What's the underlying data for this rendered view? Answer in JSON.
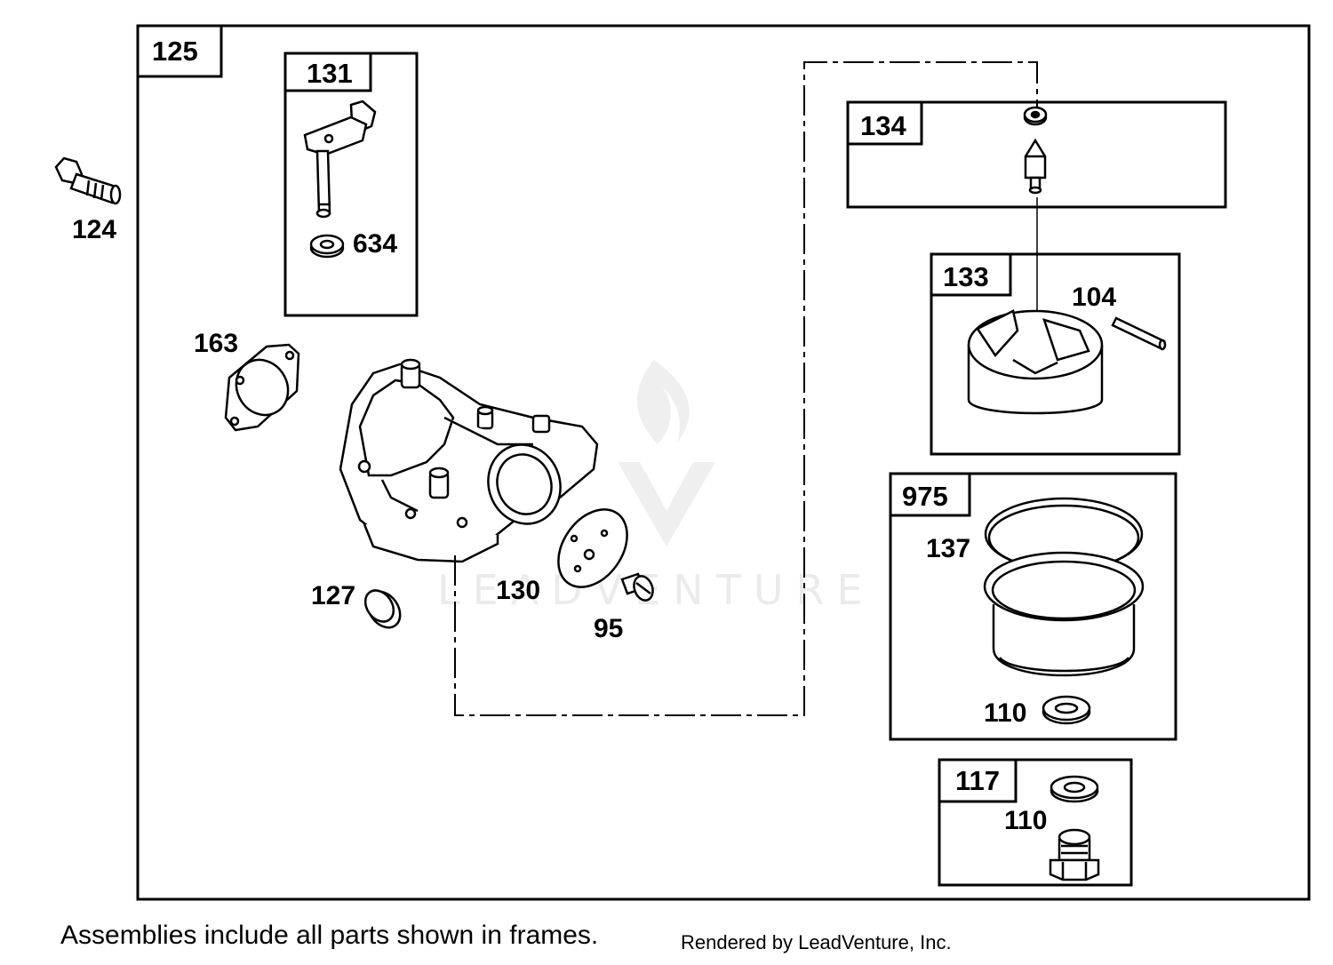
{
  "frames": {
    "main": "125",
    "throttle": "131",
    "needle": "134",
    "float": "133",
    "bowl": "975",
    "drain": "117"
  },
  "callouts": {
    "bolt": "124",
    "shaft_seal": "634",
    "gasket": "163",
    "float_pin": "104",
    "bowl_gasket": "137",
    "welch_plug": "127",
    "throttle_plate": "130",
    "plate_screw": "95",
    "bowl_washer": "110",
    "drain_washer": "110"
  },
  "watermark": "LEADVENTURE",
  "footer": {
    "note": "Assemblies include all parts shown in frames.",
    "rendered_by": "Rendered by LeadVenture, Inc."
  }
}
